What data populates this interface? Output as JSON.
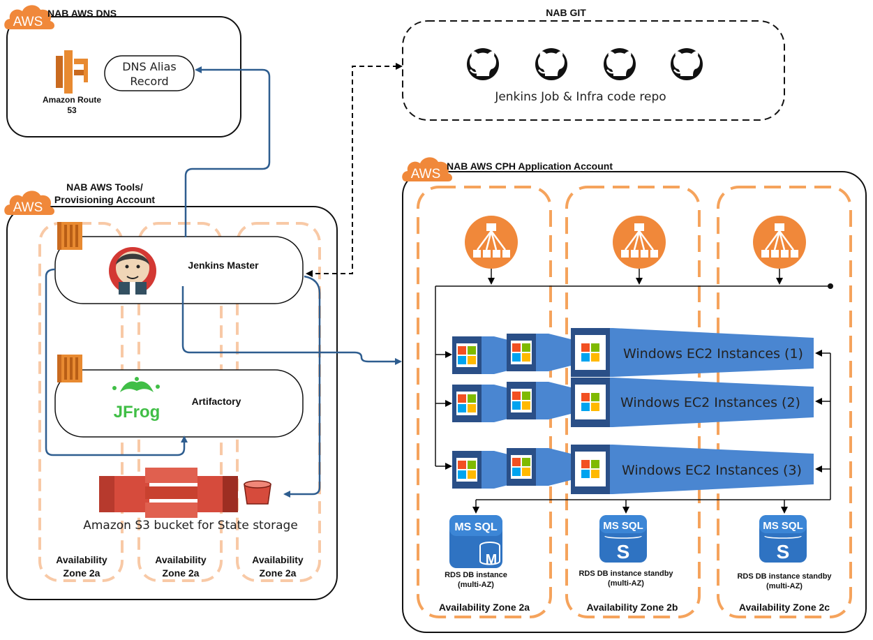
{
  "dns_account": {
    "badge": "AWS",
    "title": "NAB AWS DNS",
    "route53_line1": "Amazon Route",
    "route53_line2": "53",
    "alias_line1": "DNS Alias",
    "alias_line2": "Record"
  },
  "git": {
    "title": "NAB GIT",
    "repo_label": "Jenkins Job & Infra code repo",
    "icon_count": 4
  },
  "tools_account": {
    "badge": "AWS",
    "title_line1": "NAB AWS Tools/",
    "title_line2": "Provisioning Account",
    "jenkins_label": "Jenkins Master",
    "artifactory_label": "Artifactory",
    "jfrog_logo_text": "JFrog",
    "s3_label": "Amazon S3 bucket for State storage",
    "az_line1": "Availability",
    "az_line2": "Zone 2a"
  },
  "cph_account": {
    "badge": "AWS",
    "title": "NAB AWS CPH Application Account",
    "ec2_rows": [
      "Windows EC2 Instances (1)",
      "Windows EC2 Instances (2)",
      "Windows EC2 Instances (3)"
    ],
    "mssql_label": "MS SQL",
    "rds": [
      {
        "line1": "RDS DB instance",
        "line2": "(multi-AZ)",
        "letter": "M"
      },
      {
        "line1": "RDS DB instance standby",
        "line2": "(multi-AZ)",
        "letter": "S"
      },
      {
        "line1": "RDS DB instance standby",
        "line2": "(multi-AZ)",
        "letter": "S"
      }
    ],
    "zones": [
      "Availability Zone 2a",
      "Availability Zone 2b",
      "Availability Zone 2c"
    ]
  },
  "colors": {
    "aws_orange": "#f0883a",
    "zone_dash_orange": "#f5a35c",
    "zone_dash_light": "#f8c9a6",
    "arrow_blue": "#2e5d8f",
    "ec2_blue": "#4a86d1",
    "ec2_dark": "#2a4f87",
    "sql_blue": "#2f73c2",
    "s3_red": "#d64b3c"
  }
}
